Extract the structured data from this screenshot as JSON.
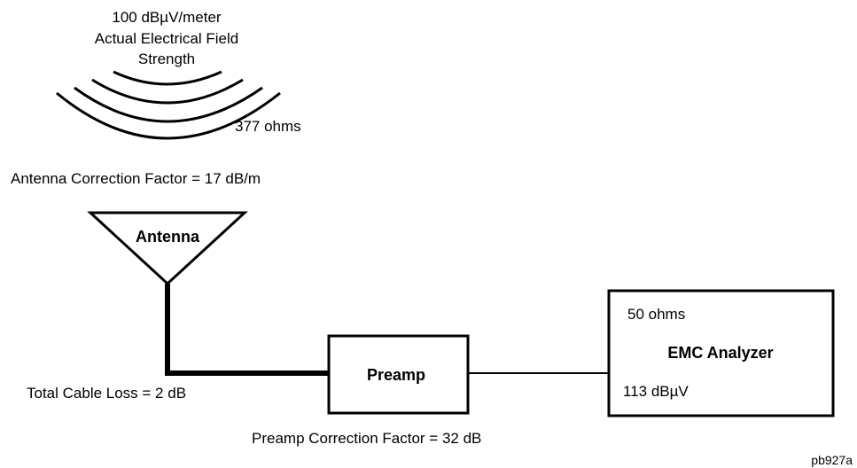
{
  "field": {
    "line1": "100 dBµV/meter",
    "line2": "Actual Electrical Field",
    "line3": "Strength",
    "impedance": "377 ohms"
  },
  "antenna": {
    "correction": "Antenna Correction Factor = 17 dB/m",
    "label": "Antenna"
  },
  "cable": {
    "loss": "Total Cable Loss = 2 dB"
  },
  "preamp": {
    "label": "Preamp",
    "correction": "Preamp Correction Factor = 32 dB"
  },
  "analyzer": {
    "impedance": "50 ohms",
    "label": "EMC Analyzer",
    "reading": "113 dBµV"
  },
  "figure_id": "pb927a"
}
